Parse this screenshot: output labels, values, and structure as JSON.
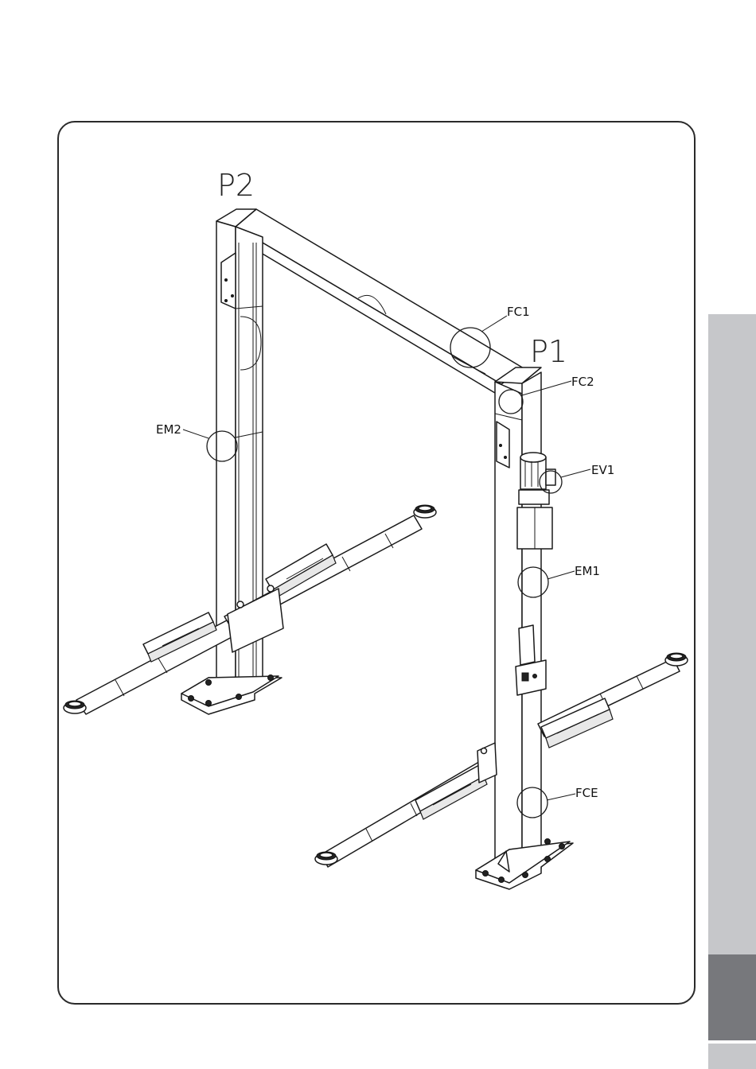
{
  "diagram": {
    "column_labels": {
      "p2": "P2",
      "p1": "P1"
    },
    "callouts": {
      "fc1": "FC1",
      "fc2": "FC2",
      "ev1": "EV1",
      "em1": "EM1",
      "em2": "EM2",
      "fce": "FCE"
    }
  }
}
